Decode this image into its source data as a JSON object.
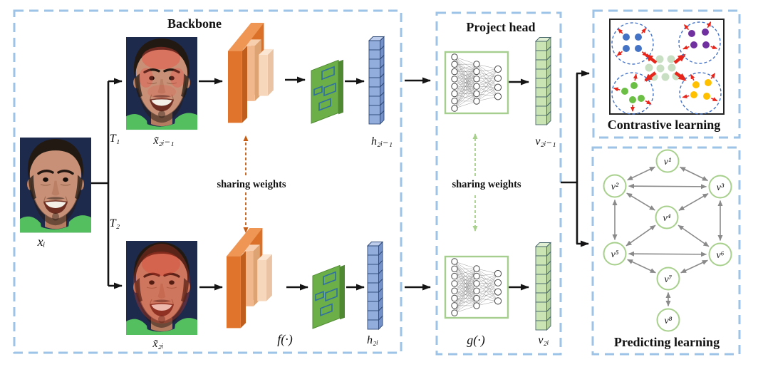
{
  "figure": {
    "backbone": {
      "title": "Backbone",
      "input_label": "xᵢ",
      "transform1_label": "T₁",
      "transform2_label": "T₂",
      "augmented1_label": "x̃₂ᵢ₋₁",
      "augmented2_label": "x̃₂ᵢ",
      "encoder_label": "f(·)",
      "feature1_label": "h₂ᵢ₋₁",
      "feature2_label": "h₂ᵢ",
      "sharing_weights_label": "sharing weights"
    },
    "project_head": {
      "title": "Project head",
      "mlp_label": "g(·)",
      "projection1_label": "v₂ᵢ₋₁",
      "projection2_label": "v₂ᵢ",
      "sharing_weights_label": "sharing weights"
    },
    "contrastive": {
      "title": "Contrastive learning",
      "center_cluster": {
        "color": "#C9DFC3",
        "dot_count": 8
      },
      "corner_clusters": [
        {
          "name": "blue",
          "color": "#4472C4",
          "dot_count": 4
        },
        {
          "name": "purple",
          "color": "#7030A0",
          "dot_count": 4
        },
        {
          "name": "green",
          "color": "#6CBF45",
          "dot_count": 4
        },
        {
          "name": "yellow",
          "color": "#FFC000",
          "dot_count": 4
        }
      ],
      "repel_arrow_color": "#E8251A",
      "cluster_ring_color": "#4472C4"
    },
    "predicting": {
      "title": "Predicting learning",
      "nodes": [
        "v¹",
        "v²",
        "v³",
        "v⁴",
        "v⁵",
        "v⁶",
        "v⁷",
        "v⁸"
      ],
      "edges": [
        [
          1,
          2
        ],
        [
          1,
          3
        ],
        [
          2,
          3
        ],
        [
          2,
          4
        ],
        [
          2,
          5
        ],
        [
          3,
          4
        ],
        [
          3,
          6
        ],
        [
          4,
          5
        ],
        [
          4,
          6
        ],
        [
          5,
          6
        ],
        [
          5,
          7
        ],
        [
          6,
          7
        ],
        [
          7,
          8
        ]
      ]
    },
    "vector_cells": 9,
    "colors": {
      "box_border": "#9DC3E6",
      "cnn_orange": "#E0742C",
      "feature_map_green": "#6CAE47",
      "h_vector_blue": "#92ACDC",
      "v_vector_green": "#CBE4B4",
      "mlp_border": "#A6CE8E",
      "share_arrow_orange": "#C55A11",
      "share_arrow_green": "#A8D08D",
      "graph_edge_gray": "#8A8A8A",
      "node_ring_green": "#A8D08D"
    }
  }
}
